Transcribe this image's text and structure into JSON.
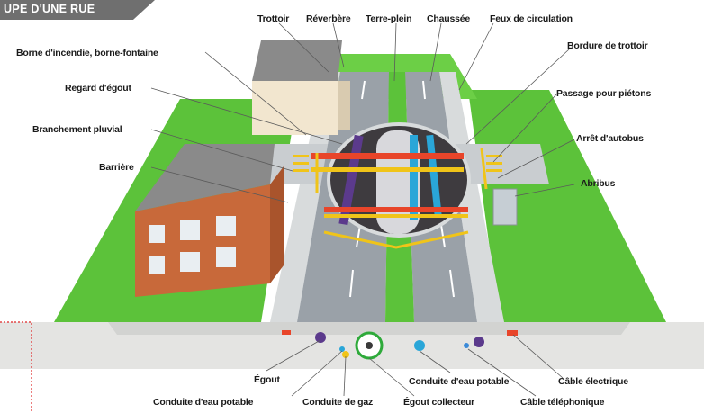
{
  "banner": {
    "title": "UPE D'UNE RUE"
  },
  "labels": {
    "trottoir": "Trottoir",
    "reverbere": "Réverbère",
    "terre_plein": "Terre-plein",
    "chaussee": "Chaussée",
    "feux": "Feux de circulation",
    "borne": "Borne d'incendie, borne-fontaine",
    "bordure": "Bordure de trottoir",
    "regard": "Regard d'égout",
    "passage": "Passage pour piétons",
    "branchement": "Branchement pluvial",
    "arret": "Arrêt d'autobus",
    "barriere": "Barrière",
    "abribus": "Abribus",
    "egout": "Égout",
    "conduite_eau_1": "Conduite d'eau potable",
    "conduite_eau_2": "Conduite d'eau potable",
    "cable_electrique": "Câble électrique",
    "conduite_gaz": "Conduite de gaz",
    "egout_collecteur": "Égout collecteur",
    "cable_telephonique": "Câble téléphonique"
  },
  "colors": {
    "grass": "#5cc23a",
    "road": "#9aa1a8",
    "sidewalk": "#d8dbdc",
    "brick": "#c8693a",
    "gas_pipe": "#f0c419",
    "water_pipe": "#2aa6d8",
    "sewer_pipe": "#5b3a8c",
    "electric_cable": "#e8452a"
  }
}
